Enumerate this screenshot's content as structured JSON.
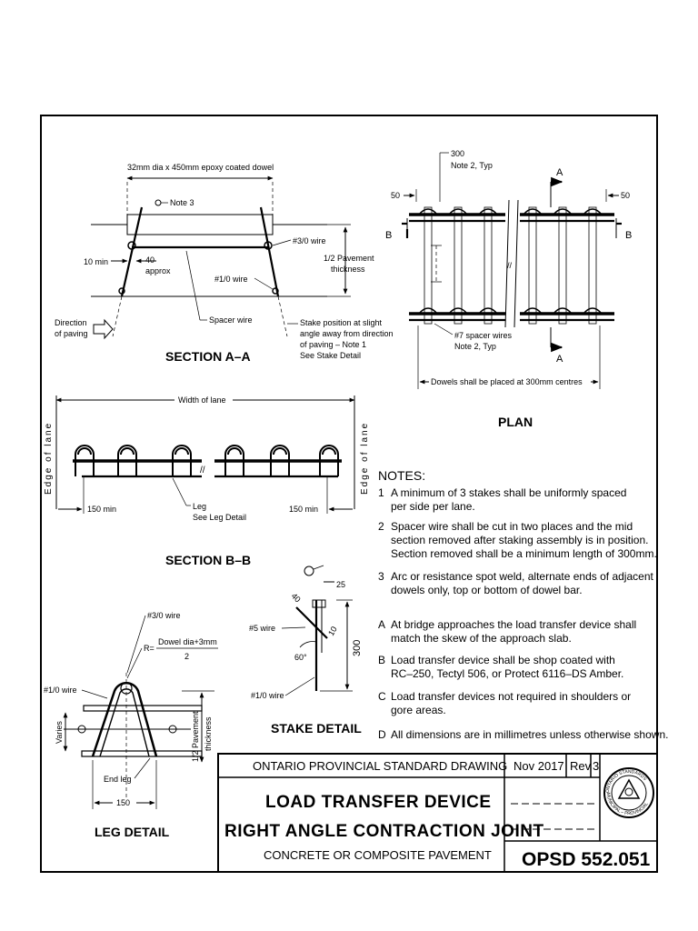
{
  "section_aa": {
    "dowel_label": "32mm dia x 450mm epoxy coated dowel",
    "note3": "Note 3",
    "wire_3_0": "#3/0 wire",
    "half_pavement_1": "1/2 Pavement",
    "half_pavement_2": "thickness",
    "ten_min": "10 min",
    "forty": "40",
    "approx": "approx",
    "wire_1_0": "#1/0 wire",
    "direction_1": "Direction",
    "direction_2": "of paving",
    "spacer_wire": "Spacer wire",
    "stake_1": "Stake position at slight",
    "stake_2": "angle away from direction",
    "stake_3": "of paving – Note 1",
    "stake_4": "See Stake Detail",
    "title": "SECTION A–A"
  },
  "plan": {
    "dim_300": "300",
    "note2_typ": "Note 2, Typ",
    "dim_50_left": "50",
    "dim_50_right": "50",
    "marker_a": "A",
    "marker_b": "B",
    "spacer_1": "#7 spacer wires",
    "spacer_2": "Note 2, Typ",
    "dowel_spacing": "Dowels shall be placed at 300mm centres",
    "title": "PLAN"
  },
  "section_bb": {
    "width_of_lane": "Width of lane",
    "edge_of_lane": "Edge of lane",
    "min_left": "150 min",
    "min_right": "150 min",
    "leg_1": "Leg",
    "leg_2": "See Leg Detail",
    "title": "SECTION B–B"
  },
  "notes": {
    "heading": "NOTES:",
    "items": [
      {
        "key": "1",
        "lines": [
          "A minimum of 3 stakes shall be uniformly spaced",
          "per side per lane."
        ]
      },
      {
        "key": "2",
        "lines": [
          "Spacer wire shall be cut in two places and the mid",
          "section removed after staking assembly is in position.",
          "Section removed shall be a minimum length of 300mm."
        ]
      },
      {
        "key": "3",
        "lines": [
          "Arc or resistance spot weld, alternate ends of adjacent",
          "dowels only, top or bottom of dowel bar."
        ]
      },
      {
        "key": "A",
        "lines": [
          "At bridge approaches the load transfer device shall",
          "match the skew of the approach slab."
        ]
      },
      {
        "key": "B",
        "lines": [
          "Load transfer device shall be shop coated with",
          "RC–250, Tectyl 506, or Protect 6116–DS Amber."
        ]
      },
      {
        "key": "C",
        "lines": [
          "Load transfer devices not required in shoulders or",
          "gore areas."
        ]
      },
      {
        "key": "D",
        "lines": [
          "All dimensions are in millimetres unless otherwise shown."
        ]
      }
    ]
  },
  "leg_detail": {
    "wire_3_0": "#3/0 wire",
    "r_eq": "R=",
    "r_num": "Dowel dia+3mm",
    "r_den": "2",
    "wire_1_0": "#1/0 wire",
    "varies": "Varies",
    "half_pavement_1": "1/2 Pavement",
    "half_pavement_2": "thickness",
    "end_leg": "End leg",
    "dim_150": "150",
    "title": "LEG DETAIL"
  },
  "stake_detail": {
    "dim_25": "25",
    "dim_40": "40",
    "dim_10": "10",
    "wire_5": "#5 wire",
    "angle_60": "60°",
    "dim_300": "300",
    "wire_1_0": "#1/0 wire",
    "title": "STAKE DETAIL"
  },
  "title_block": {
    "standard": "ONTARIO PROVINCIAL STANDARD DRAWING",
    "date": "Nov 2017",
    "rev_label": "Rev",
    "rev_value": "3",
    "title_line1": "LOAD TRANSFER DEVICE",
    "title_line2": "RIGHT ANGLE CONTRACTION JOINT",
    "subtitle": "CONCRETE OR COMPOSITE PAVEMENT",
    "number": "OPSD 552.051",
    "seal_top": "ONTARIO STANDARDS",
    "seal_bottom": "MUNICIPAL – PROVINCIAL"
  }
}
